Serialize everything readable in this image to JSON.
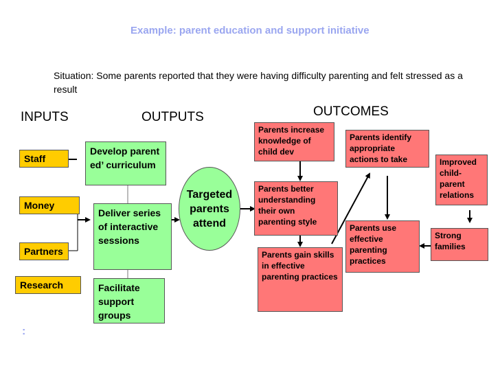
{
  "title": "Example: parent education and support initiative",
  "situation": "Situation: Some parents reported that they were having difficulty parenting and felt stressed as a result",
  "headings": {
    "inputs": "INPUTS",
    "outputs": "OUTPUTS",
    "outcomes": "OUTCOMES"
  },
  "inputs": [
    "Staff",
    "Money",
    "Partners",
    "Research"
  ],
  "outputs": [
    "Develop parent ed’ curriculum",
    "Deliver series of interactive sessions",
    "Facilitate support groups"
  ],
  "center": "Targeted parents attend",
  "outcomes": {
    "knowledge": "Parents increase knowledge of child dev",
    "understanding": "Parents better understanding their own parenting style",
    "skills": "Parents gain skills in effective parenting practices",
    "identify": "Parents identify appropriate actions to take",
    "use": "Parents use effective parenting practices",
    "improved": "Improved child-parent relations",
    "strong": "Strong families"
  },
  "footer_mark": ":",
  "colors": {
    "input": "#ffcc00",
    "output": "#99ff99",
    "outcome": "#ff7777",
    "title": "#9aa6f0"
  }
}
